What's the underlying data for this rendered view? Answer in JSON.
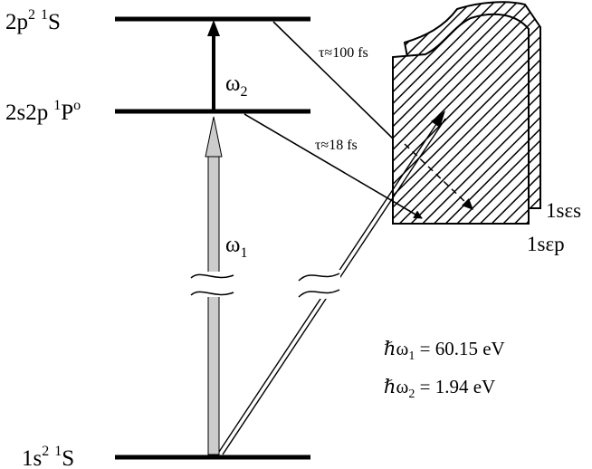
{
  "levels": {
    "top": {
      "main": "2p",
      "sup1": "2",
      "sup2": "1",
      "term": "S"
    },
    "mid": {
      "main": "2s2p",
      "sup1": "1",
      "term": "P",
      "sup2": "o"
    },
    "ground": {
      "main": "1s",
      "sup1": "2",
      "sup2": "1",
      "term": "S"
    }
  },
  "transitions": {
    "omega1": {
      "sym": "ω",
      "sub": "1"
    },
    "omega2": {
      "sym": "ω",
      "sub": "2"
    }
  },
  "lifetimes": {
    "top": "τ≈100 fs",
    "mid": "τ≈18 fs"
  },
  "continua": {
    "s": "1sεs",
    "p": "1sεp"
  },
  "energies": {
    "e1": {
      "hbar": "ℏ",
      "sym": "ω",
      "sub": "1",
      "value": " = 60.15 eV"
    },
    "e2": {
      "hbar": "ℏ",
      "sym": "ω",
      "sub": "2",
      "value": " = 1.94 eV"
    }
  },
  "colors": {
    "line": "#000000",
    "omega1_arrow_fill": "#cccccc"
  }
}
